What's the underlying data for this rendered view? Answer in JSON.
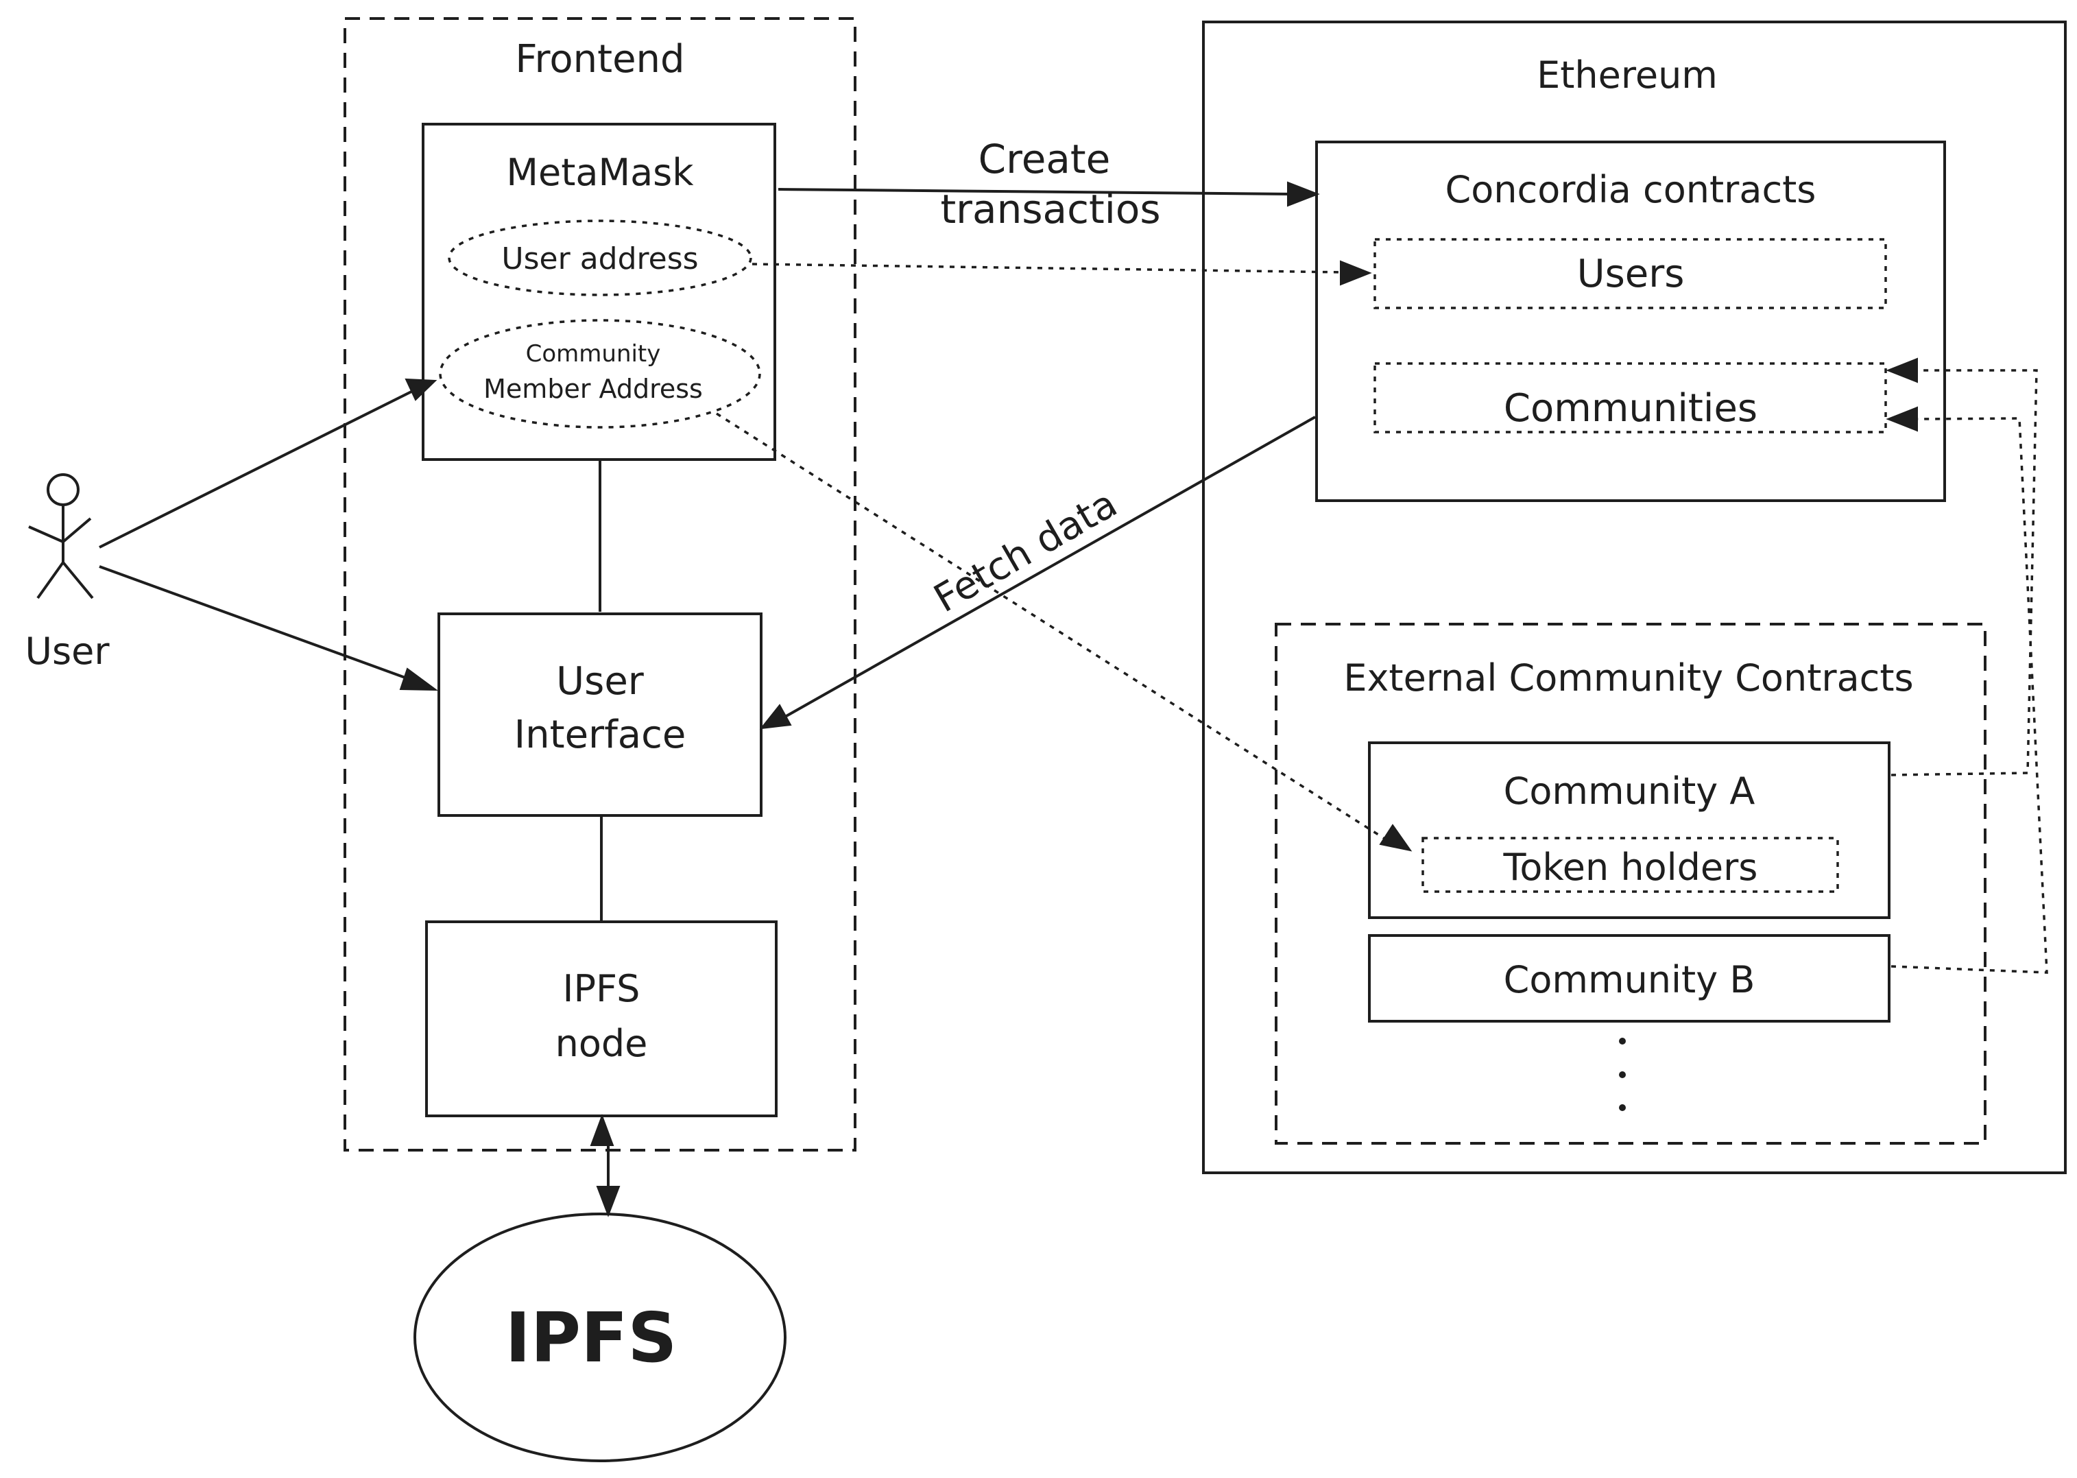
{
  "frontend": {
    "title": "Frontend",
    "metamask": {
      "title": "MetaMask",
      "user_address": "User address",
      "community_member_line1": "Community",
      "community_member_line2": "Member Address"
    },
    "user_interface_line1": "User",
    "user_interface_line2": "Interface",
    "ipfs_node_line1": "IPFS",
    "ipfs_node_line2": "node"
  },
  "user": {
    "label": "User"
  },
  "ipfs": {
    "label": "IPFS"
  },
  "ethereum": {
    "title": "Ethereum",
    "concordia": {
      "title": "Concordia contracts",
      "users": "Users",
      "communities": "Communities"
    },
    "external": {
      "title": "External Community Contracts",
      "community_a": "Community A",
      "token_holders": "Token holders",
      "community_b": "Community B",
      "ellipsis": "."
    }
  },
  "edges": {
    "create_line1": "Create",
    "create_line2": "transactios",
    "fetch": "Fetch data"
  }
}
